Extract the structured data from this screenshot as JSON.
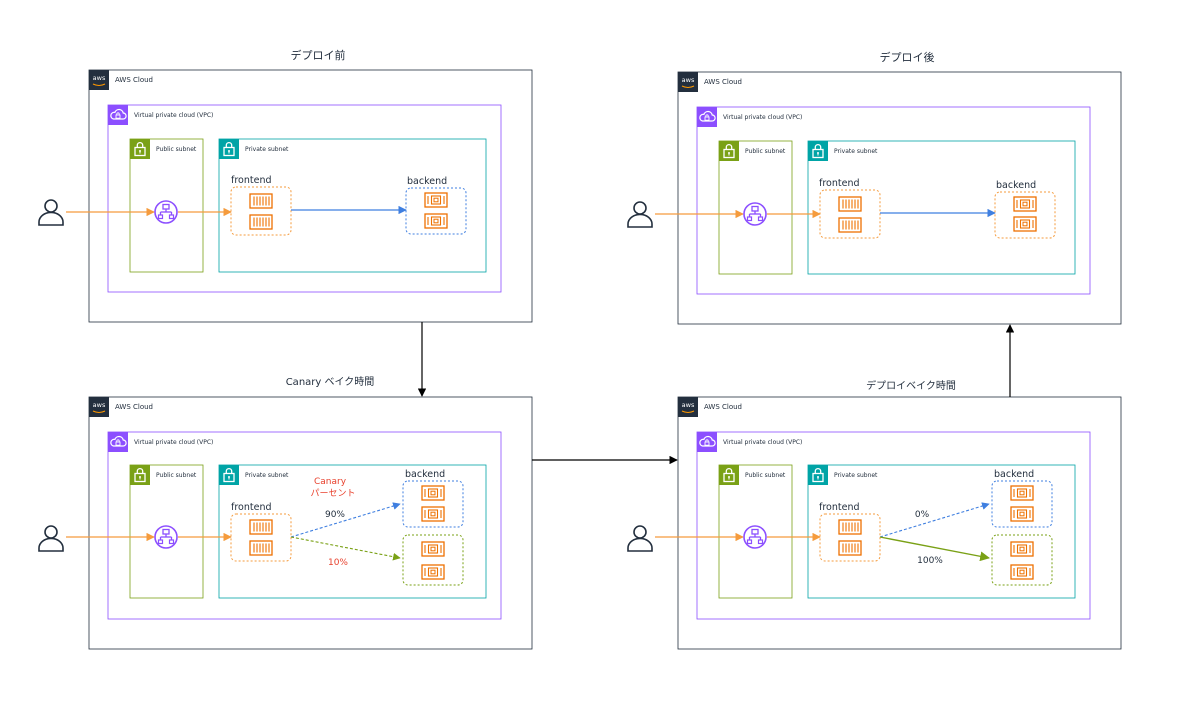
{
  "labels": {
    "aws_cloud": "AWS Cloud",
    "vpc": "Virtual private cloud (VPC)",
    "public_subnet": "Public subnet",
    "private_subnet": "Private subnet",
    "frontend": "frontend",
    "backend": "backend",
    "aws_logo": "aws"
  },
  "panels": {
    "before": {
      "title": "デプロイ前"
    },
    "after": {
      "title": "デプロイ後"
    },
    "canary_bake": {
      "title": "Canary ベイク時間",
      "annotation": [
        "Canary",
        "パーセント"
      ],
      "pct_current": "90%",
      "pct_new": "10%"
    },
    "deploy_bake": {
      "title": "デプロイベイク時間",
      "pct_current": "0%",
      "pct_new": "100%"
    }
  },
  "colors": {
    "aws_border": "#232f3e",
    "vpc": "#8c4fff",
    "public_subnet": "#7aa116",
    "private_subnet": "#00a4a6",
    "compute": "#ed7100",
    "user_arrow": "#f59b3d",
    "current_version": "#3f7fe0",
    "new_version": "#7aa116",
    "canary_text": "#e8412d"
  }
}
